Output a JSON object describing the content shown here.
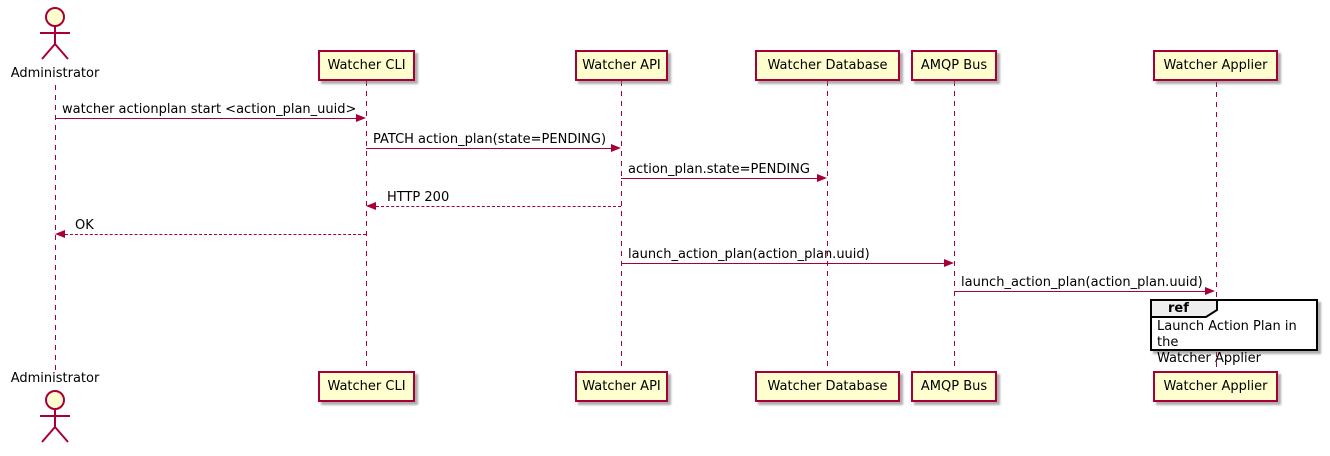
{
  "diagram": {
    "type": "sequence",
    "participants": [
      {
        "name": "Administrator",
        "kind": "actor"
      },
      {
        "name": "Watcher CLI",
        "kind": "participant"
      },
      {
        "name": "Watcher API",
        "kind": "participant"
      },
      {
        "name": "Watcher Database",
        "kind": "participant"
      },
      {
        "name": "AMQP Bus",
        "kind": "participant"
      },
      {
        "name": "Watcher Applier",
        "kind": "participant"
      }
    ],
    "messages": [
      {
        "from": "Administrator",
        "to": "Watcher CLI",
        "label": "watcher actionplan start <action_plan_uuid>",
        "style": "solid"
      },
      {
        "from": "Watcher CLI",
        "to": "Watcher API",
        "label": "PATCH action_plan(state=PENDING)",
        "style": "solid"
      },
      {
        "from": "Watcher API",
        "to": "Watcher Database",
        "label": "action_plan.state=PENDING",
        "style": "solid"
      },
      {
        "from": "Watcher API",
        "to": "Watcher CLI",
        "label": "HTTP 200",
        "style": "dashed"
      },
      {
        "from": "Watcher CLI",
        "to": "Administrator",
        "label": "OK",
        "style": "dashed"
      },
      {
        "from": "Watcher API",
        "to": "AMQP Bus",
        "label": "launch_action_plan(action_plan.uuid)",
        "style": "solid"
      },
      {
        "from": "AMQP Bus",
        "to": "Watcher Applier",
        "label": "launch_action_plan(action_plan.uuid)",
        "style": "solid"
      }
    ],
    "ref": {
      "keyword": "ref",
      "over": "Watcher Applier",
      "text": "Launch Action Plan in the\nWatcher Applier"
    },
    "colors": {
      "participant_fill": "#FEFECE",
      "stroke": "#A80036",
      "text": "#000000",
      "ref_tab_fill": "#EEEEEE",
      "ref_border": "#000000"
    }
  }
}
